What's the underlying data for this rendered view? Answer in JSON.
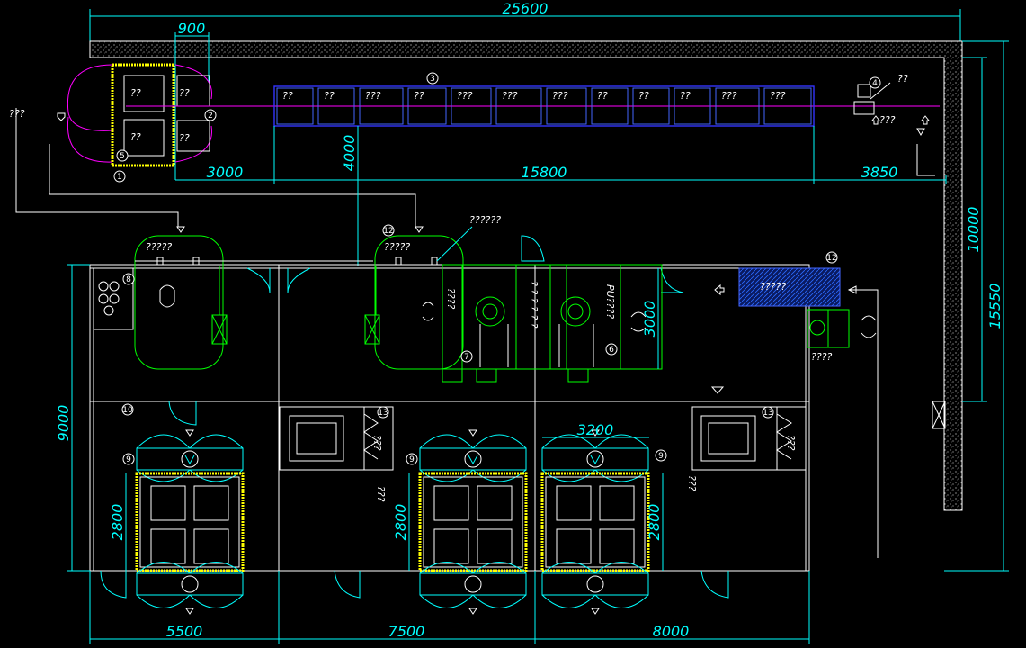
{
  "dimensions": {
    "top_total": "25600",
    "top_small": "900",
    "d3000": "3000",
    "d15800": "15800",
    "d3850": "3850",
    "d4000": "4000",
    "d10000": "10000",
    "d15550": "15550",
    "d9000": "9000",
    "d3000r": "3000",
    "d3200": "3200",
    "d2800a": "2800",
    "d2800b": "2800",
    "d2800c": "2800",
    "d5500": "5500",
    "d7500": "7500",
    "d8000": "8000"
  },
  "labels": {
    "gate_a": "??",
    "gate_b": "??",
    "gate_c": "??",
    "gate_d": "??",
    "left_arrow": "???",
    "machine_label": "??",
    "right_arrow": "???",
    "shower_a": "?????",
    "shower_b": "?????",
    "pipe_label": "??????",
    "tank": "?????",
    "pump": "????",
    "pu_label": "PU????",
    "vert_a": "????",
    "vert_b": "? ? ?",
    "vert_c": "? ? ?",
    "side_a": "???",
    "side_b": "???",
    "side_c": "???",
    "side_d": "???"
  },
  "conveyor_labels": [
    "??",
    "??",
    "???",
    "??",
    "???",
    "???",
    "???",
    "??",
    "??",
    "??",
    "???",
    "???"
  ],
  "markers": [
    "1",
    "2",
    "3",
    "4",
    "5",
    "6",
    "7",
    "8",
    "9",
    "9",
    "9",
    "10",
    "12",
    "12",
    "13",
    "13"
  ],
  "colors": {
    "background": "#000000",
    "dimension": "#00ffff",
    "wall": "#ffffff",
    "equipment": "#00ff00",
    "conveyor": "#3333ff",
    "door_swing": "#ff00ff",
    "outline_highlight": "#ffff00"
  }
}
